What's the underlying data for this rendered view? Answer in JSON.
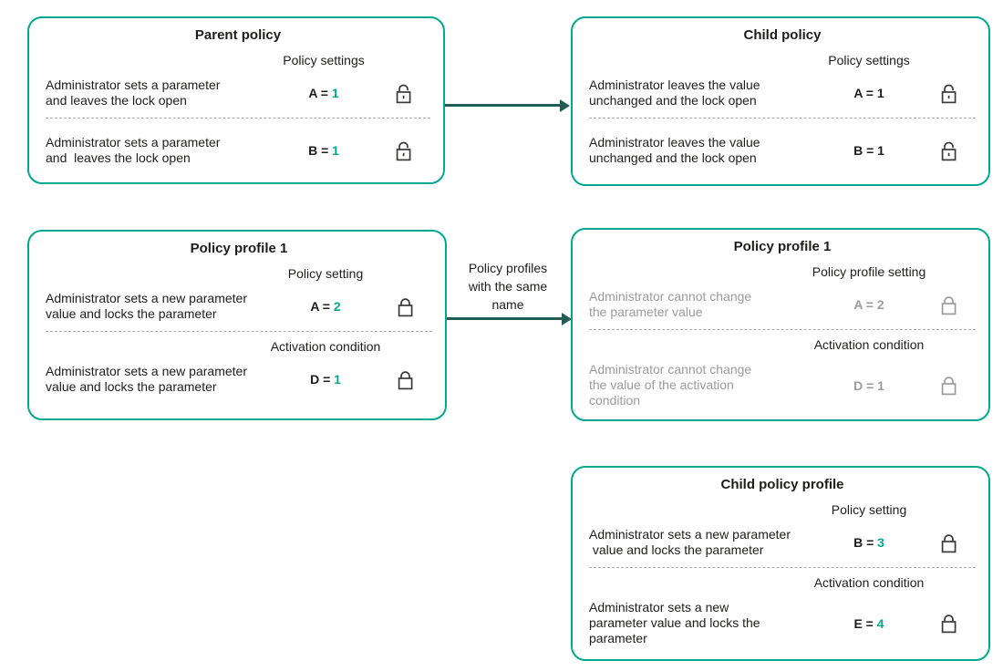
{
  "colors": {
    "box_border": "#00A88E",
    "arrow": "#235C52",
    "text": "#1D1D1B",
    "muted_text": "#9B9B9B",
    "value_accent": "#00A88E"
  },
  "connector": {
    "label": "Policy profiles\nwith the same\nname"
  },
  "boxes": {
    "parent_policy": {
      "title": "Parent policy",
      "section1_header": "Policy settings",
      "rows": [
        {
          "desc": "Administrator sets a parameter\nand leaves the lock open",
          "eq": "A =",
          "val": "1",
          "lock": "open"
        },
        {
          "desc": "Administrator sets a parameter\nand  leaves the lock open",
          "eq": "B =",
          "val": "1",
          "lock": "open"
        }
      ]
    },
    "child_policy": {
      "title": "Child policy",
      "section1_header": "Policy settings",
      "rows": [
        {
          "desc": "Administrator leaves the value\nunchanged and the lock open",
          "eq": "A =",
          "val": "1",
          "lock": "open"
        },
        {
          "desc": "Administrator leaves the value\nunchanged and the lock open",
          "eq": "B =",
          "val": "1",
          "lock": "open"
        }
      ]
    },
    "policy_profile_1": {
      "title": "Policy profile 1",
      "section1_header": "Policy setting",
      "section2_header": "Activation condition",
      "rows": [
        {
          "desc": "Administrator sets a new parameter\nvalue and locks the parameter",
          "eq": "A =",
          "val": "2",
          "lock": "closed"
        },
        {
          "desc": "Administrator sets a new parameter\nvalue and locks the parameter",
          "eq": "D =",
          "val": "1",
          "lock": "closed"
        }
      ]
    },
    "policy_profile_1_mirrored": {
      "title": "Policy profile 1",
      "section1_header": "Policy profile setting",
      "section2_header": "Activation condition",
      "rows": [
        {
          "desc": "Administrator cannot change\nthe parameter value",
          "eq": "A =",
          "val": "2",
          "lock": "closed"
        },
        {
          "desc": "Administrator cannot change\nthe value of the activation\ncondition",
          "eq": "D =",
          "val": "1",
          "lock": "closed"
        }
      ]
    },
    "child_policy_profile": {
      "title": "Child policy profile",
      "section1_header": "Policy setting",
      "section2_header": "Activation condition",
      "rows": [
        {
          "desc": "Administrator sets a new parameter\n value and locks the parameter",
          "eq": "B =",
          "val": "3",
          "lock": "closed"
        },
        {
          "desc": "Administrator sets a new\nparameter value and locks the\nparameter",
          "eq": "E =",
          "val": "4",
          "lock": "closed"
        }
      ]
    }
  }
}
